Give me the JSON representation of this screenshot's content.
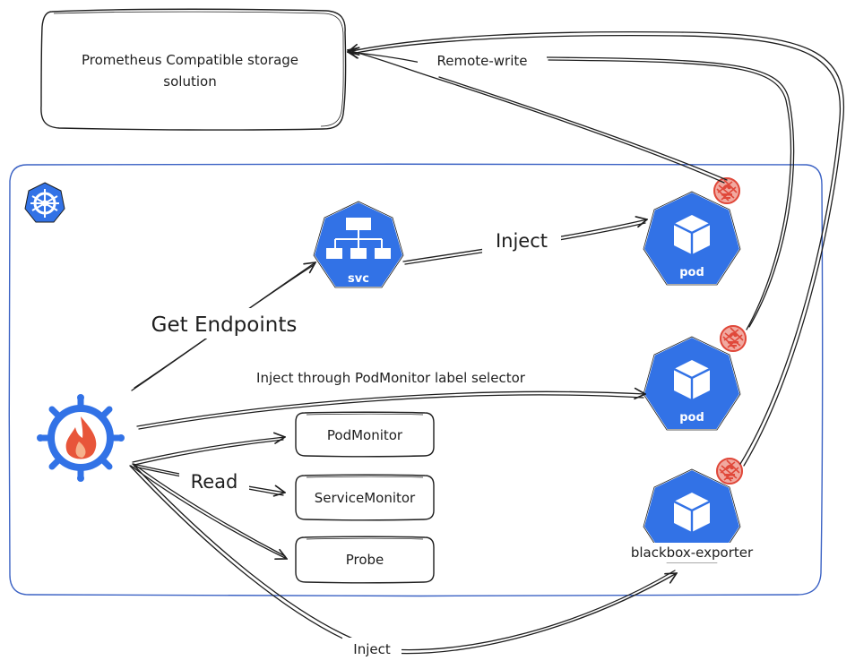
{
  "storage": {
    "line1": "Prometheus Compatible storage",
    "line2": "solution"
  },
  "nodes": {
    "svc": "svc",
    "pod1": "pod",
    "pod2": "pod",
    "blackbox": "blackbox-exporter"
  },
  "crds": {
    "podmonitor": "PodMonitor",
    "servicemonitor": "ServiceMonitor",
    "probe": "Probe"
  },
  "edges": {
    "remote_write": "Remote-write",
    "get_endpoints": "Get Endpoints",
    "inject_svc": "Inject",
    "inject_podmonitor": "Inject through PodMonitor label selector",
    "read": "Read",
    "inject_probe": "Inject"
  },
  "colors": {
    "k8s_blue": "#3272e6",
    "operator_flame": "#e8553a",
    "prometheus_red": "#e0483a",
    "ink": "#1e1e1e",
    "cluster_border": "#3b62c4"
  },
  "icons": [
    "kubernetes-icon",
    "prometheus-operator-icon",
    "service-icon",
    "pod-icon",
    "prometheus-icon"
  ]
}
